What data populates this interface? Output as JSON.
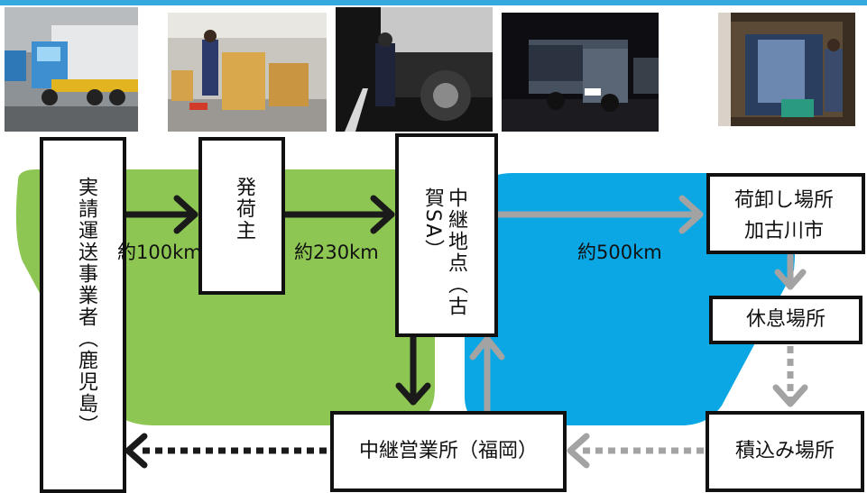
{
  "colors": {
    "green_zone": "#8dc652",
    "blue_zone": "#0aa7e4",
    "black_arrow": "#1a1a1a",
    "gray_arrow": "#a3a3a3",
    "accent_line": "#36a8e0"
  },
  "photos": [
    "truck-depot-photo",
    "warehouse-loading-photo",
    "night-relay-photo",
    "night-truck-photo",
    "cargo-unloading-photo"
  ],
  "nodes": {
    "carrier": "実請運送事業者（鹿児島）",
    "shipper": "発荷主",
    "relay_point": "中継地点（古賀SA）",
    "unload_site": "荷卸し場所加古川市",
    "rest_area": "休息場所",
    "relay_office": "中継営業所（福岡）",
    "loading_site": "積込み場所"
  },
  "distances": {
    "leg1": "約100km",
    "leg2": "約230km",
    "leg3": "約500km"
  }
}
